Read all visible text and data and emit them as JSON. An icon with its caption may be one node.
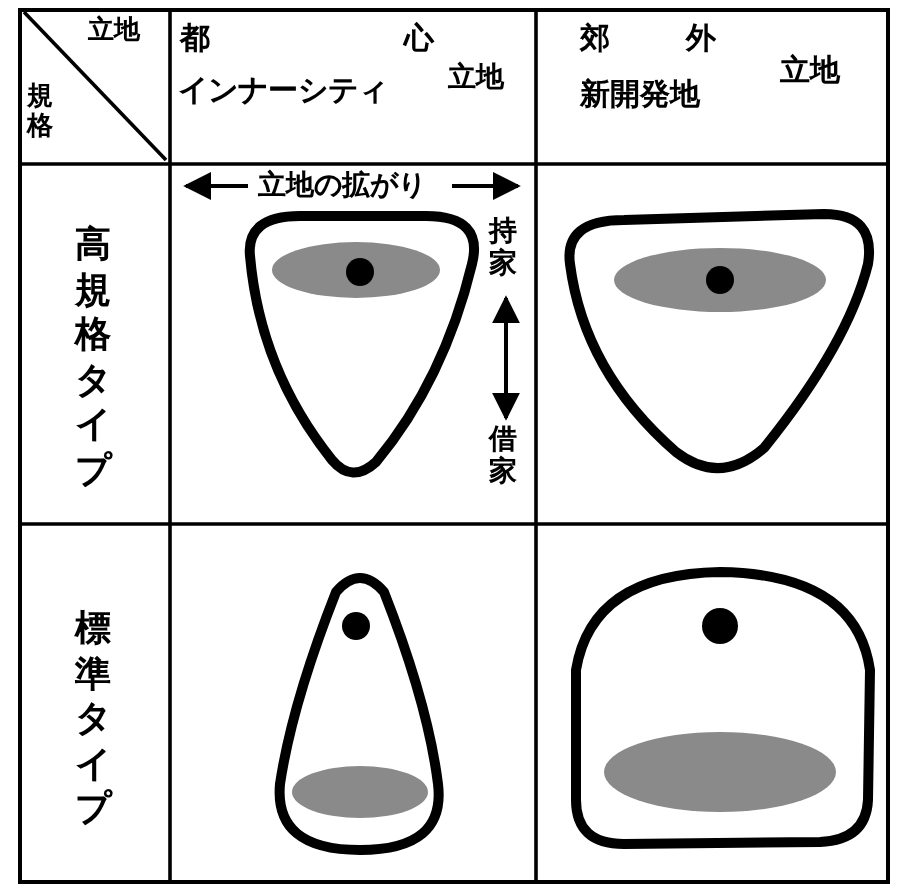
{
  "diagram": {
    "labels": [
      "立地",
      "規格",
      "都心",
      "インナーシティ",
      "立地",
      "郊外",
      "新開発地",
      "立地",
      "立地の拡がり",
      "持家",
      "借家",
      "高規格タイプ",
      "標準タイプ"
    ]
  }
}
